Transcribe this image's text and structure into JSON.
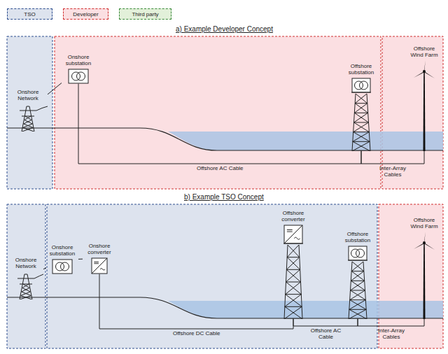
{
  "diagram": {
    "nodes": [
      {
        "text": [
          "Onshore Network"
        ]
      },
      {
        "text": [
          "Onshore substation"
        ]
      },
      {
        "text": [
          "Offshore substation"
        ]
      },
      {
        "text": [
          "Offshore Wind Farm"
        ]
      },
      {
        "text": [
          "Onshore Network"
        ]
      },
      {
        "text": [
          "Onshore substation"
        ]
      },
      {
        "text": [
          "Onshore converter"
        ]
      },
      {
        "text": [
          "Offshore converter"
        ]
      },
      {
        "text": [
          "Offshore substation"
        ]
      },
      {
        "text": [
          "Offshore Wind Farm"
        ]
      }
    ],
    "edges": [
      {
        "from": 0,
        "to": 1,
        "arrow": "none"
      },
      {
        "from": 1,
        "to": 2,
        "label": "Offshore AC Cable",
        "arrow": "none"
      },
      {
        "from": 2,
        "to": 3,
        "label": "Inter-Array Cables",
        "arrow": "none"
      },
      {
        "from": 4,
        "to": 5,
        "arrow": "none"
      },
      {
        "from": 5,
        "to": 6,
        "arrow": "none"
      },
      {
        "from": 6,
        "to": 7,
        "label": "Offshore DC Cable",
        "arrow": "none"
      },
      {
        "from": 7,
        "to": 8,
        "label": "Offshore AC Cable",
        "arrow": "none"
      },
      {
        "from": 8,
        "to": 9,
        "label": "Inter-Array Cables",
        "arrow": "none"
      }
    ],
    "labels": [
      "a) Example Developer Concept",
      "b) Example TSO Concept"
    ],
    "legend": [
      {
        "text": "TSO",
        "color": "#dde3ee"
      },
      {
        "text": "Developer",
        "color": "#fbdfe2"
      },
      {
        "text": "Third party",
        "color": "#e2f0d9"
      }
    ]
  }
}
